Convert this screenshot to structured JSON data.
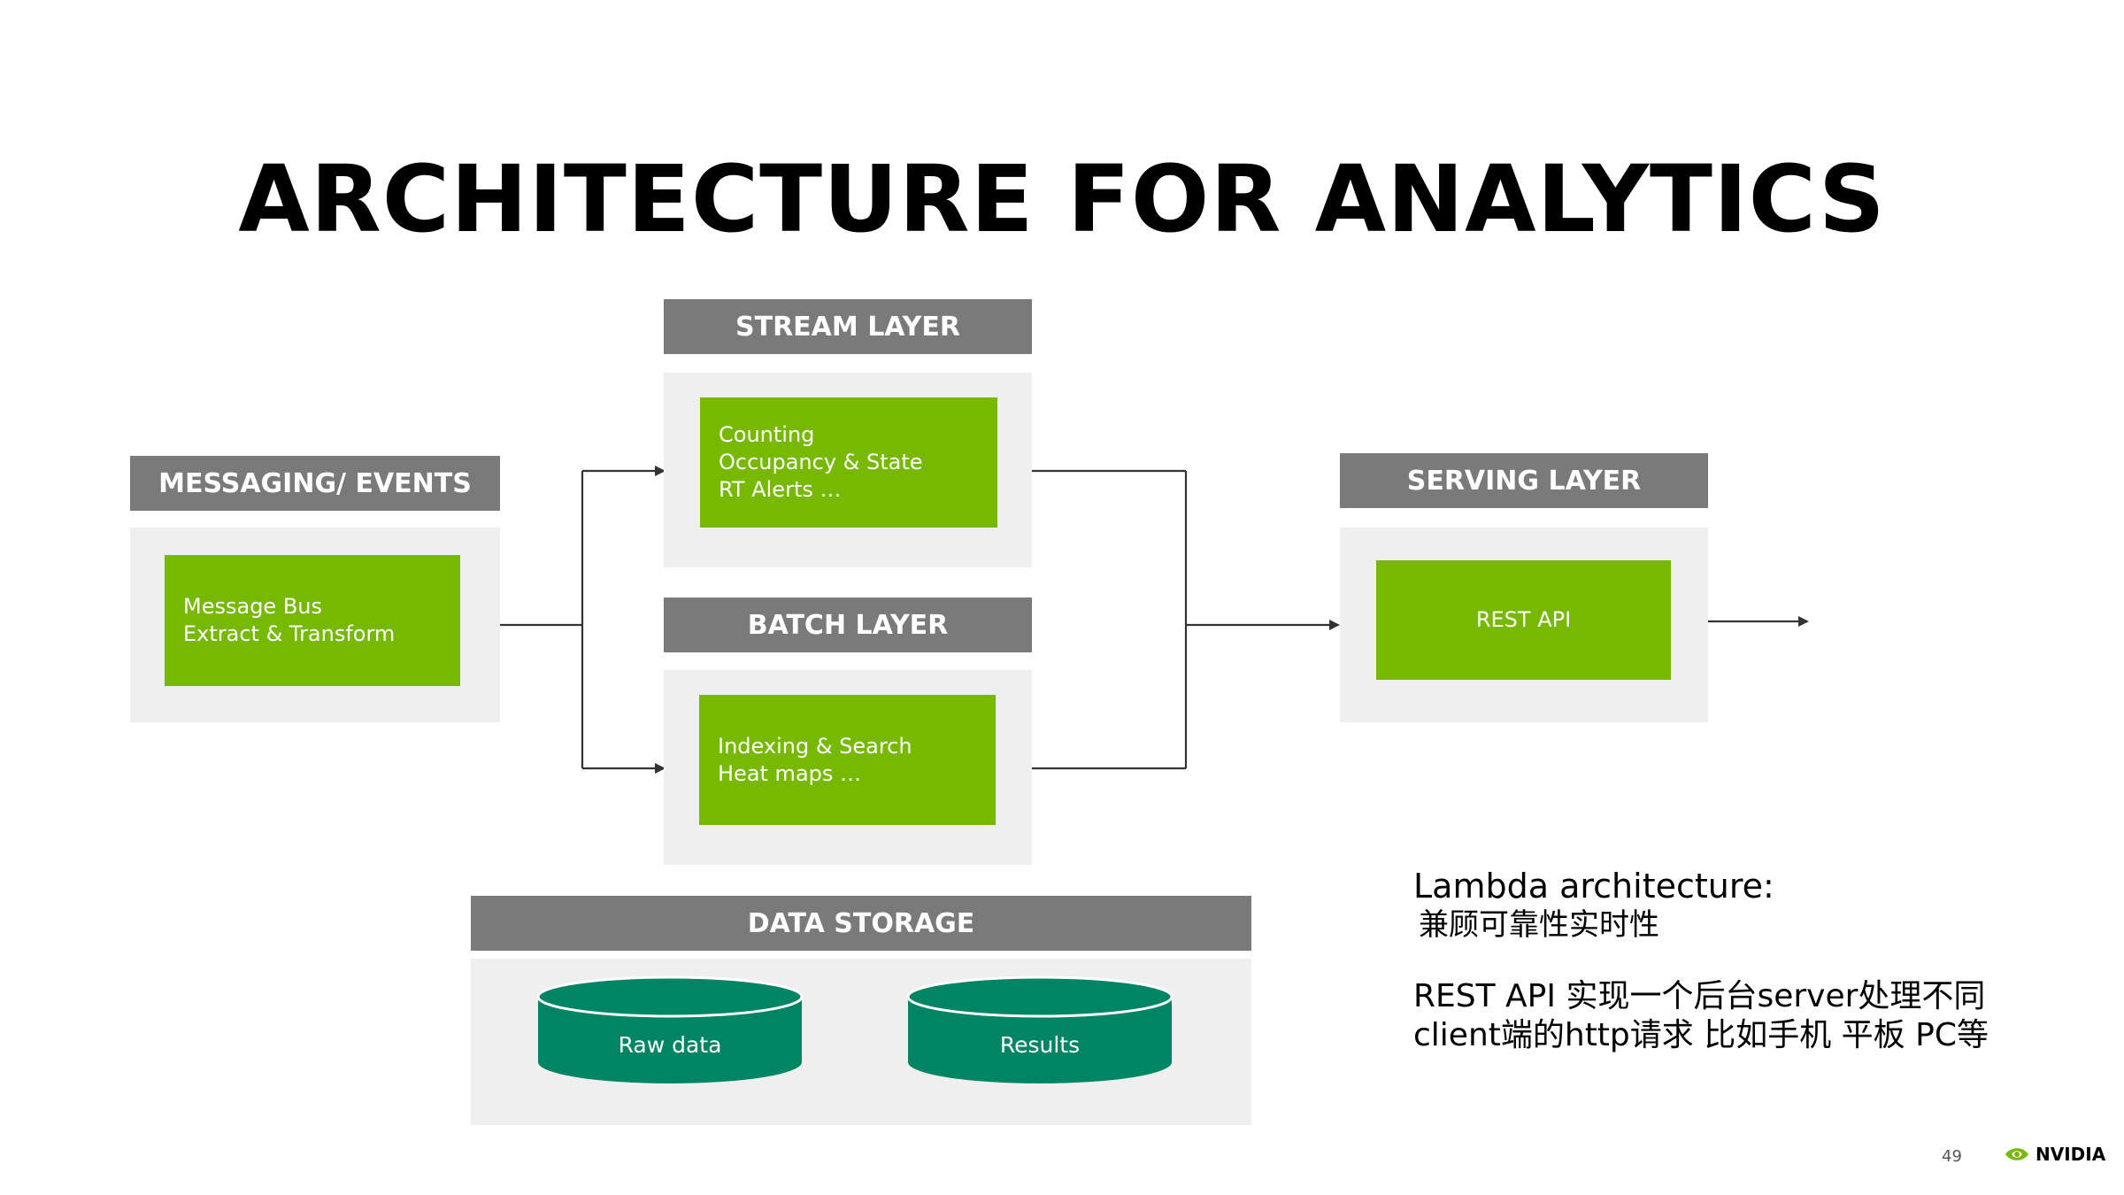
{
  "slide": {
    "title": "ARCHITECTURE FOR ANALYTICS",
    "page_number": "49",
    "logo_text": "NVIDIA"
  },
  "colors": {
    "header_gray": "#7a7a7a",
    "panel_gray": "#efefef",
    "nvidia_green": "#76b900",
    "storage_teal": "#008564",
    "connector": "#333333"
  },
  "messaging": {
    "header": "MESSAGING/ EVENTS",
    "lines": [
      "Message Bus",
      "Extract & Transform"
    ]
  },
  "stream": {
    "header": "STREAM LAYER",
    "lines": [
      "Counting",
      "Occupancy & State",
      "RT Alerts …"
    ]
  },
  "batch": {
    "header": "BATCH LAYER",
    "lines": [
      "Indexing & Search",
      "Heat maps …"
    ]
  },
  "serving": {
    "header": "SERVING LAYER",
    "label": "REST API"
  },
  "storage": {
    "header": "DATA STORAGE",
    "items": [
      "Raw data",
      "Results"
    ]
  },
  "notes": {
    "lambda_title": "Lambda architecture:",
    "lambda_desc": "兼顾可靠性实时性",
    "rest_line1": "REST API 实现一个后台server处理不同",
    "rest_line2": "client端的http请求 比如手机 平板 PC等"
  }
}
